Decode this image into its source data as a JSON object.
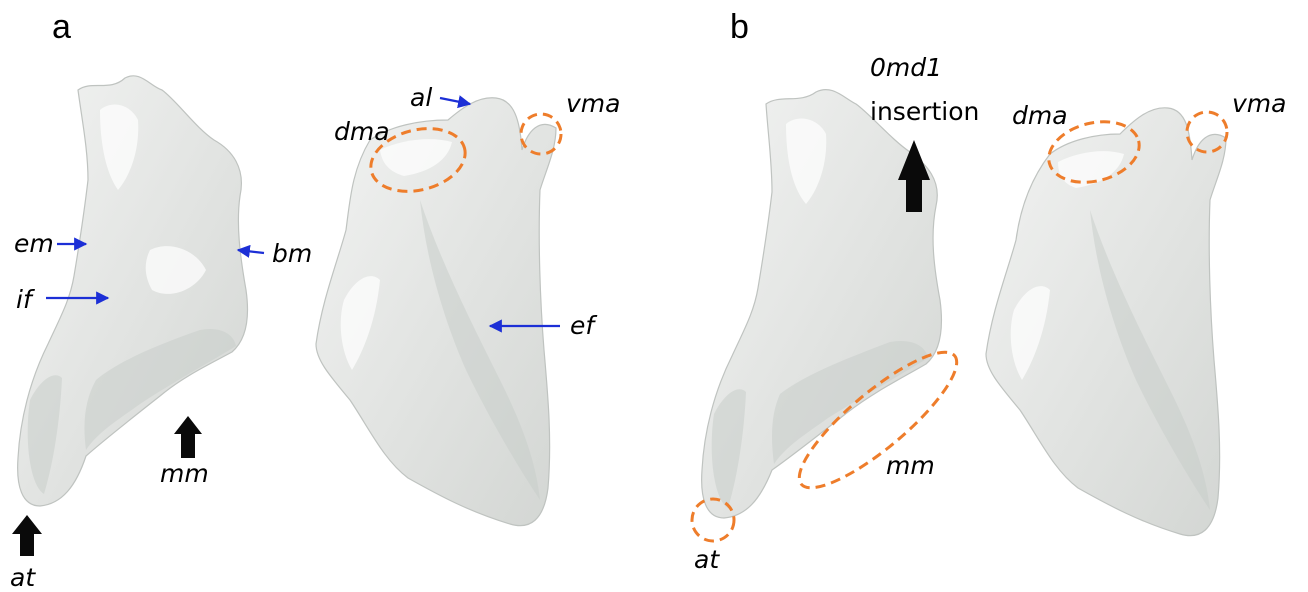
{
  "colors": {
    "ring": "#ee7d2b",
    "pointer": "#1c2fd6",
    "arrow": "#0a0a0a",
    "bone": "#e4e6e4"
  },
  "panel_a": {
    "letter": "a",
    "labels": {
      "em": "em",
      "if": "if",
      "bm": "bm",
      "mm": "mm",
      "at": "at",
      "al": "al",
      "dma": "dma",
      "vma": "vma",
      "ef": "ef"
    }
  },
  "panel_b": {
    "letter": "b",
    "labels": {
      "insertion_line1": "0md1",
      "insertion_line2": "insertion",
      "dma": "dma",
      "vma": "vma",
      "mm": "mm",
      "at": "at"
    }
  }
}
